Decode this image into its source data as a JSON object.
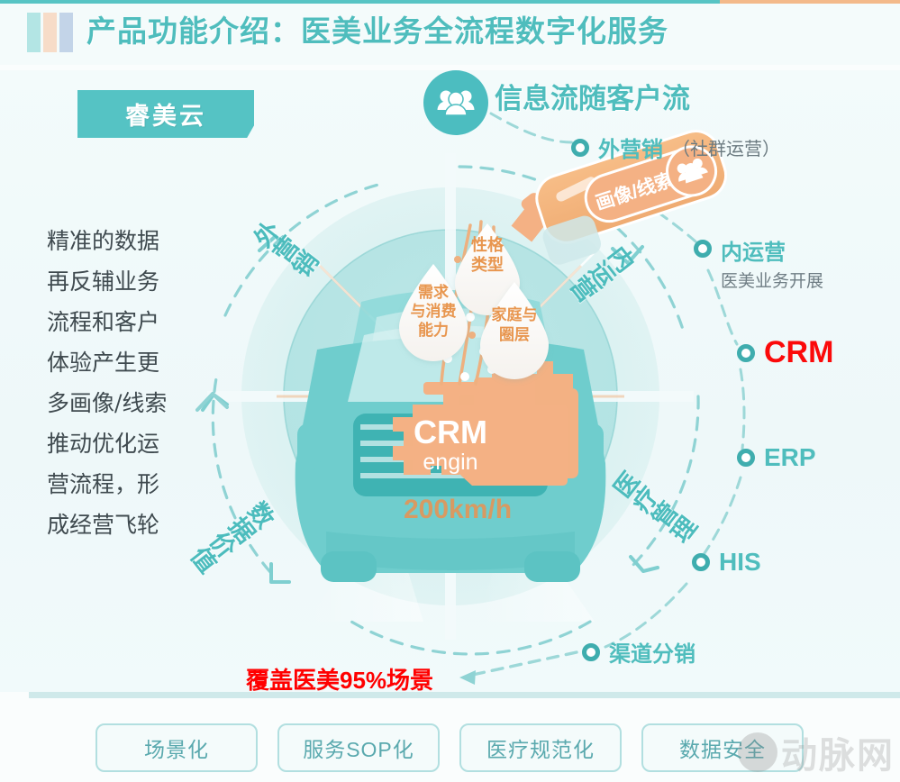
{
  "header": {
    "title": "产品功能介绍：医美业务全流程数字化服务",
    "accent_teal": "#4fbdbd",
    "accent_orange": "#f3b98a",
    "bar_colors": [
      "#b3e5e4",
      "#f7dcc8",
      "#c3d4e8"
    ]
  },
  "brand_badge": {
    "label": "睿美云"
  },
  "left_paragraph": {
    "lines": [
      "精准的数据",
      "再反辅业务",
      "流程和客户",
      "体验产生更",
      "多画像/线索",
      "推动优化运",
      "营流程，形",
      "成经营飞轮"
    ]
  },
  "flow_header": {
    "icon": "people-group-icon",
    "title": "信息流随客户流"
  },
  "nodes": [
    {
      "label": "外营销",
      "sub": "（社群运营）",
      "style": "teal-with-sub"
    },
    {
      "label": "内运营",
      "sub": "医美业务开展",
      "style": "teal-stacked"
    },
    {
      "label": "CRM",
      "sub": "",
      "style": "red"
    },
    {
      "label": "ERP",
      "sub": "",
      "style": "teal-en"
    },
    {
      "label": "HIS",
      "sub": "",
      "style": "teal-en"
    },
    {
      "label": "渠道分销",
      "sub": "",
      "style": "teal"
    }
  ],
  "quadrants": [
    {
      "label": "外营销",
      "position": "top-left"
    },
    {
      "label": "内运营",
      "position": "top-right"
    },
    {
      "label": "数据价值",
      "position": "bottom-left"
    },
    {
      "label": "医疗管理",
      "position": "bottom-right"
    }
  ],
  "center": {
    "engine_title": "CRM",
    "engine_sub": "engin",
    "speed": "200km/h",
    "droplets": [
      "性格\n类型",
      "需求\n与消费\n能力",
      "家庭与\n圈层"
    ],
    "droplet_1_line1": "性格",
    "droplet_1_line2": "类型",
    "droplet_2_line1": "需求",
    "droplet_2_line2": "与消费",
    "droplet_2_line3": "能力",
    "droplet_3_line1": "家庭与",
    "droplet_3_line2": "圈层"
  },
  "fuel_can": {
    "label": "画像/线索",
    "icon": "people-group-icon"
  },
  "callout": {
    "text": "覆盖医美95%场景",
    "color": "#ff0000"
  },
  "footer": {
    "pills": [
      "场景化",
      "服务SOP化",
      "医疗规范化",
      "数据安全"
    ]
  },
  "watermark": {
    "text": "动脉网"
  }
}
